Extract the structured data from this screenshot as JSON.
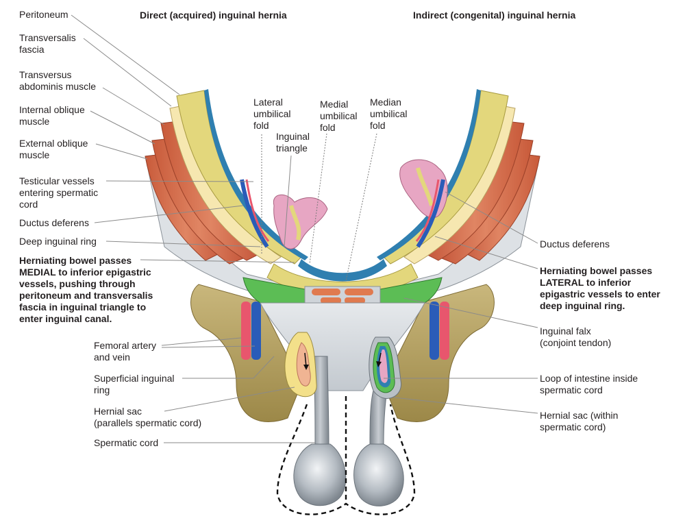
{
  "titles": {
    "direct": "Direct (acquired) inguinal hernia",
    "indirect": "Indirect (congenital) inguinal hernia"
  },
  "labels_left": {
    "peritoneum": "Peritoneum",
    "transversalis_fascia": "Transversalis\nfascia",
    "transversus_abdominis": "Transversus\nabdominis muscle",
    "internal_oblique": "Internal oblique\nmuscle",
    "external_oblique": "External oblique\nmuscle",
    "testicular_vessels": "Testicular vessels\nentering spermatic\ncord",
    "ductus_deferens": "Ductus deferens",
    "deep_inguinal_ring": "Deep inguinal ring",
    "direct_note": "Herniating bowel passes\nMEDIAL to inferior epigastric\nvessels, pushing through\nperitoneum and transversalis\nfascia in inguinal triangle to\nenter inguinal canal.",
    "femoral": "Femoral artery\nand vein",
    "superficial_ring": "Superficial inguinal\nring",
    "hernial_sac_direct": "Hernial sac\n(parallels spermatic cord)",
    "spermatic_cord": "Spermatic cord"
  },
  "labels_center": {
    "lateral_fold": "Lateral\numbilical\nfold",
    "inguinal_triangle": "Inguinal\ntriangle",
    "medial_fold": "Medial\numbilical\nfold",
    "median_fold": "Median\numbilical\nfold"
  },
  "labels_right": {
    "ductus_deferens": "Ductus deferens",
    "indirect_note": "Herniating bowel passes\nLATERAL to inferior\nepigastric vessels to enter\ndeep inguinal ring.",
    "inguinal_falx": "Inguinal falx\n(conjoint tendon)",
    "loop_intestine": "Loop of intestine inside\nspermatic cord",
    "hernial_sac_indirect": "Hernial sac (within\nspermatic cord)"
  },
  "colors": {
    "muscle": "#d9724e",
    "fascia_cream": "#f6e7b0",
    "fat_yellow": "#e3d77c",
    "peritoneum_blue": "#2f7fb0",
    "aponeurosis": "#d6dbe0",
    "bone": "#b9a467",
    "conjoint_green": "#5cbd55",
    "artery": "#e8566d",
    "vein": "#2a5cb8",
    "bowel_pink": "#e7a6c3",
    "cord_gray": "#9aa1a8"
  }
}
